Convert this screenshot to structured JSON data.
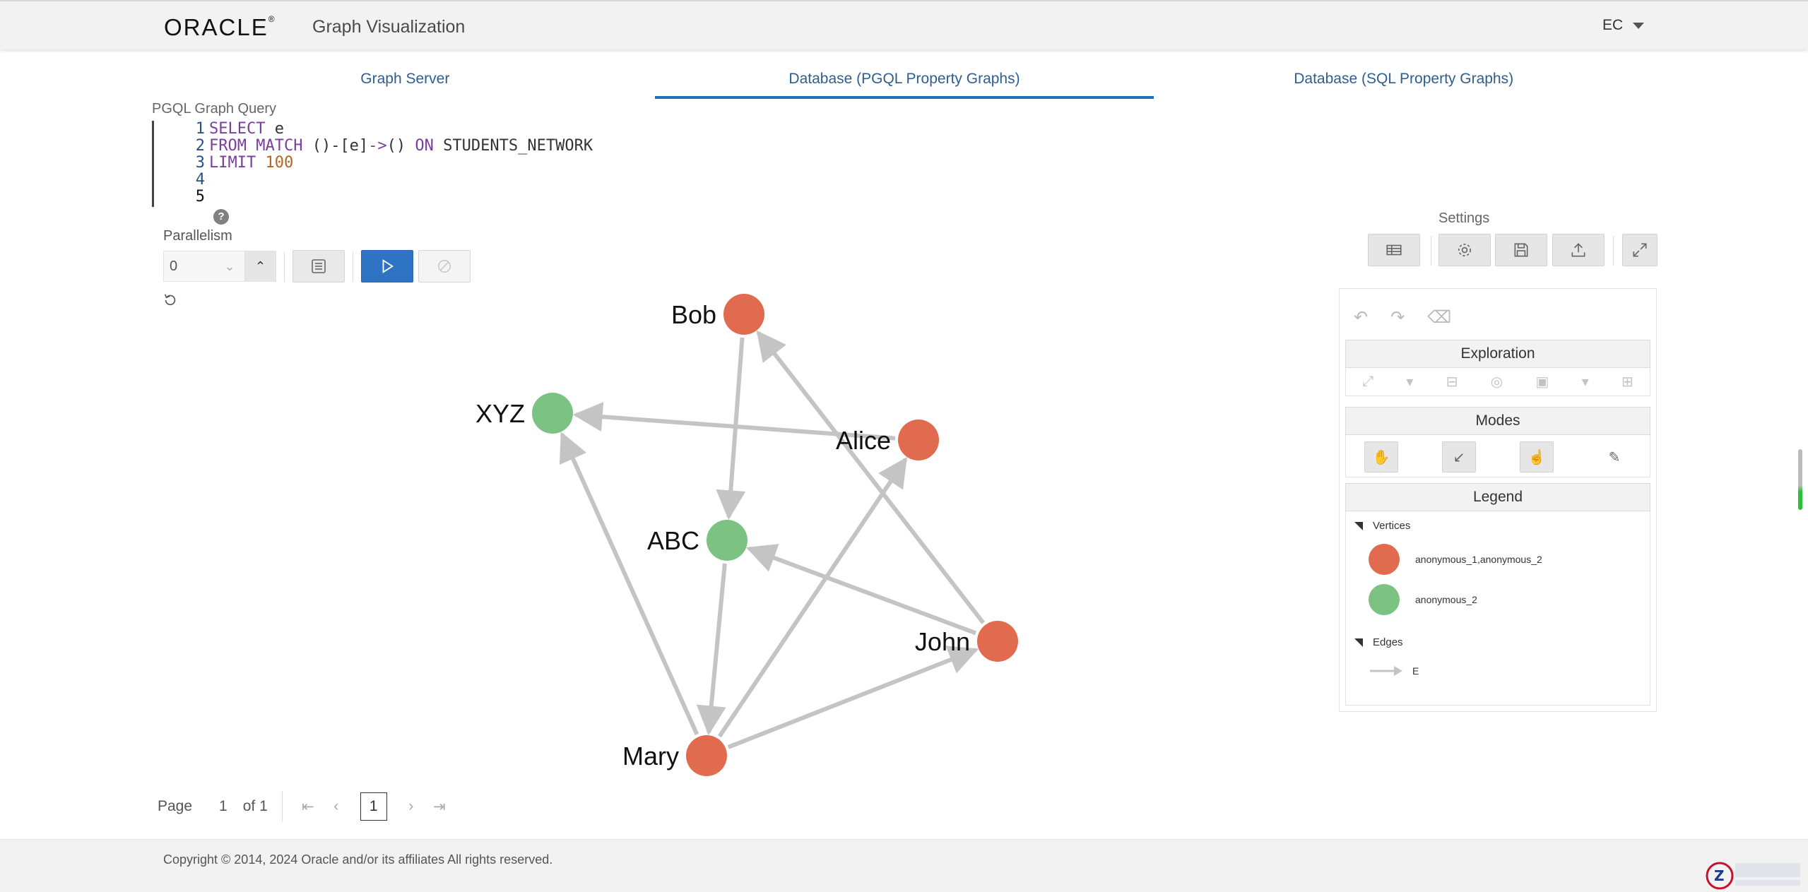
{
  "header": {
    "logo": "ORACLE",
    "app_title": "Graph Visualization",
    "user": "EC"
  },
  "tabs": [
    {
      "label": "Graph Server",
      "active": false
    },
    {
      "label": "Database (PGQL Property Graphs)",
      "active": true
    },
    {
      "label": "Database (SQL Property Graphs)",
      "active": false
    }
  ],
  "query": {
    "label": "PGQL Graph Query",
    "lines": [
      {
        "n": "1",
        "text": "SELECT e"
      },
      {
        "n": "2",
        "text": "FROM MATCH ()-[e]->() ON STUDENTS_NETWORK"
      },
      {
        "n": "3",
        "text": "LIMIT 100"
      },
      {
        "n": "4",
        "text": ""
      },
      {
        "n": "5",
        "text": ""
      }
    ],
    "help": "?"
  },
  "parallelism": {
    "label": "Parallelism",
    "value": "0"
  },
  "graph": {
    "vertices": [
      {
        "id": "Bob",
        "label": "Bob",
        "type": "anonymous_1,anonymous_2"
      },
      {
        "id": "XYZ",
        "label": "XYZ",
        "type": "anonymous_2"
      },
      {
        "id": "Alice",
        "label": "Alice",
        "type": "anonymous_1,anonymous_2"
      },
      {
        "id": "ABC",
        "label": "ABC",
        "type": "anonymous_2"
      },
      {
        "id": "John",
        "label": "John",
        "type": "anonymous_1,anonymous_2"
      },
      {
        "id": "Mary",
        "label": "Mary",
        "type": "anonymous_1,anonymous_2"
      }
    ],
    "edges": [
      {
        "from": "Bob",
        "to": "ABC"
      },
      {
        "from": "Alice",
        "to": "XYZ"
      },
      {
        "from": "John",
        "to": "Bob"
      },
      {
        "from": "John",
        "to": "ABC"
      },
      {
        "from": "Mary",
        "to": "XYZ"
      },
      {
        "from": "Mary",
        "to": "Alice"
      },
      {
        "from": "Mary",
        "to": "John"
      },
      {
        "from": "ABC",
        "to": "Mary"
      }
    ],
    "colors": {
      "orange": "#e06b4e",
      "green": "#7cc283",
      "edge": "#c4c4c4"
    }
  },
  "settings": {
    "label": "Settings"
  },
  "panel": {
    "exploration": "Exploration",
    "modes": "Modes",
    "legend": "Legend",
    "vertices_label": "Vertices",
    "edges_label": "Edges",
    "legend_items": [
      {
        "label": "anonymous_1,anonymous_2",
        "color": "#e06b4e"
      },
      {
        "label": "anonymous_2",
        "color": "#7cc283"
      }
    ],
    "edge_item": "E"
  },
  "pager": {
    "page_label": "Page",
    "page": "1",
    "of_label": "of 1",
    "current": "1"
  },
  "footer": {
    "copyright": "Copyright © 2014, 2024 Oracle and/or its affiliates All rights reserved."
  }
}
